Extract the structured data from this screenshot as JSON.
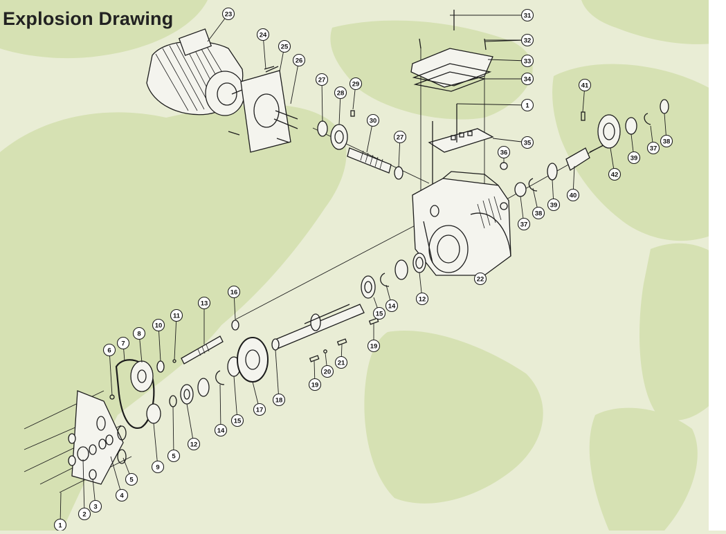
{
  "title": "Explosion Drawing",
  "colors": {
    "background": "#e9edd5",
    "map": "#d6e1b3",
    "line": "#1c1c1c"
  },
  "callouts": [
    "1",
    "2",
    "3",
    "4",
    "5",
    "5",
    "6",
    "7",
    "8",
    "9",
    "10",
    "11",
    "12",
    "12",
    "13",
    "14",
    "14",
    "15",
    "15",
    "16",
    "17",
    "18",
    "19",
    "19",
    "20",
    "21",
    "22",
    "23",
    "24",
    "25",
    "26",
    "27",
    "27",
    "28",
    "29",
    "30",
    "31",
    "32",
    "33",
    "34",
    "1",
    "35",
    "36",
    "37",
    "37",
    "38",
    "38",
    "39",
    "39",
    "40",
    "41",
    "42"
  ]
}
